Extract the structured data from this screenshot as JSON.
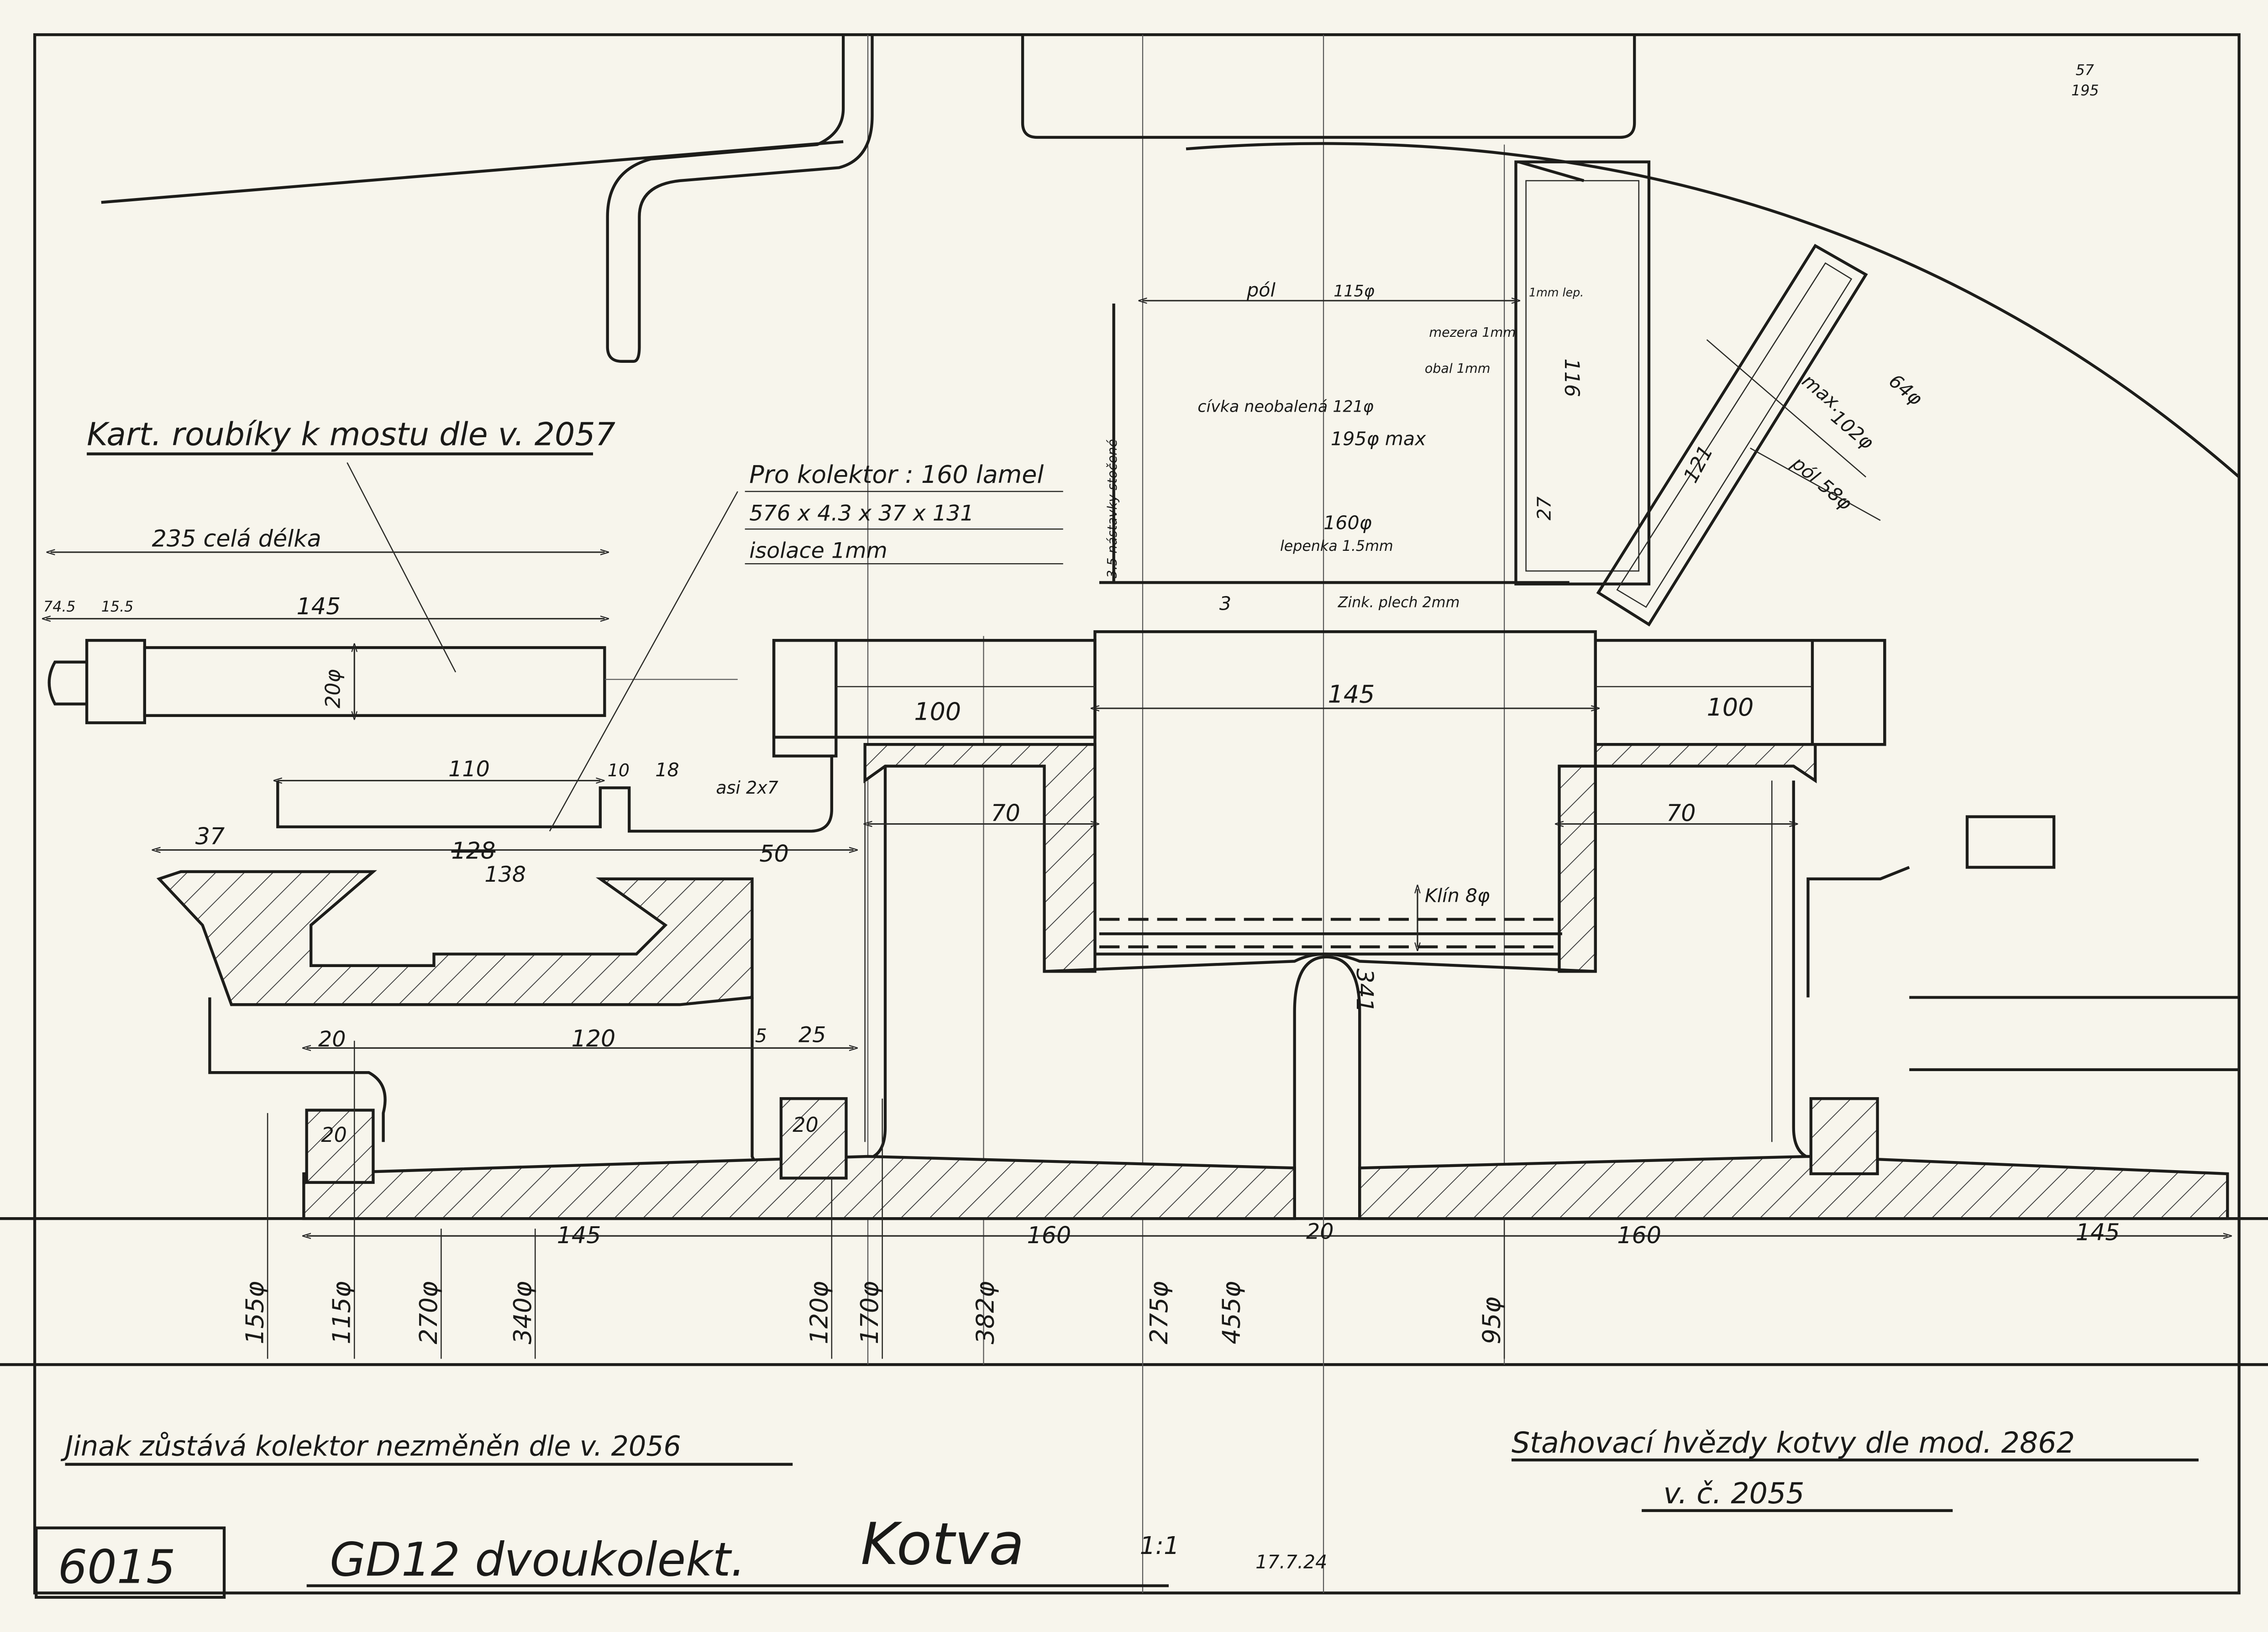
{
  "title_block": {
    "drawing_number": "6015",
    "title": "GD12 dvoukolekt.",
    "part": "Kotva",
    "scale": "1:1",
    "date": "17.7.24",
    "margin_note_1": "57",
    "margin_note_2": "195"
  },
  "notes": {
    "pins": "Kart. roubíky k mostu dle v. 2057",
    "commutator_unchanged": "Jinak zůstává kolektor nezměněn dle v. 2056",
    "star": "Stahovací hvězdy kotvy dle mod. 2862",
    "star_ref": "v. č. 2055",
    "collector_spec": [
      "Pro kolektor : 160 lamel",
      "576 x 4.3 x 37 x 131",
      "isolace 1mm"
    ]
  },
  "pin_dims": {
    "total": "235 celá délka",
    "a": "74.5",
    "b": "15.5",
    "shaft": "145",
    "dia": "20φ"
  },
  "commutator_dims": {
    "d110": "110",
    "d10": "10",
    "d18": "18",
    "slot": "asi 2x7",
    "d37": "37",
    "d128": "128",
    "d138": "138",
    "d50": "50",
    "d20a": "20",
    "d120": "120",
    "d5": "5",
    "d25": "25",
    "sq1": "20",
    "sq2": "20"
  },
  "armature_dims": {
    "left100": "100",
    "core145": "145",
    "right100": "100",
    "left70": "70",
    "right70": "70",
    "gap3": "3",
    "wedge": "Klín 8φ",
    "stamp": "341"
  },
  "pole_labels": {
    "pole": "pól",
    "pole_dia": "115φ",
    "lep": "1mm lep.",
    "gap": "mezera 1mm",
    "wrap": "obal 1mm",
    "h116": "116",
    "coil": "cívka neobalená 121φ",
    "max195": "195φ max",
    "d160": "160φ",
    "board": "lepenka 1.5mm",
    "zinc": "Zink. plech 2mm",
    "h27": "27",
    "ext": "3.5 nástavky stočené",
    "l121": "121",
    "max": "max.",
    "d64": "64φ",
    "d102": "102φ",
    "pole58": "pól 58φ"
  },
  "axial_dims": [
    "145",
    "160",
    "20",
    "160",
    "145"
  ],
  "diameters": [
    "155φ",
    "115φ",
    "270φ",
    "340φ",
    "120φ",
    "170φ",
    "382φ",
    "275φ",
    "455φ",
    "95φ"
  ]
}
